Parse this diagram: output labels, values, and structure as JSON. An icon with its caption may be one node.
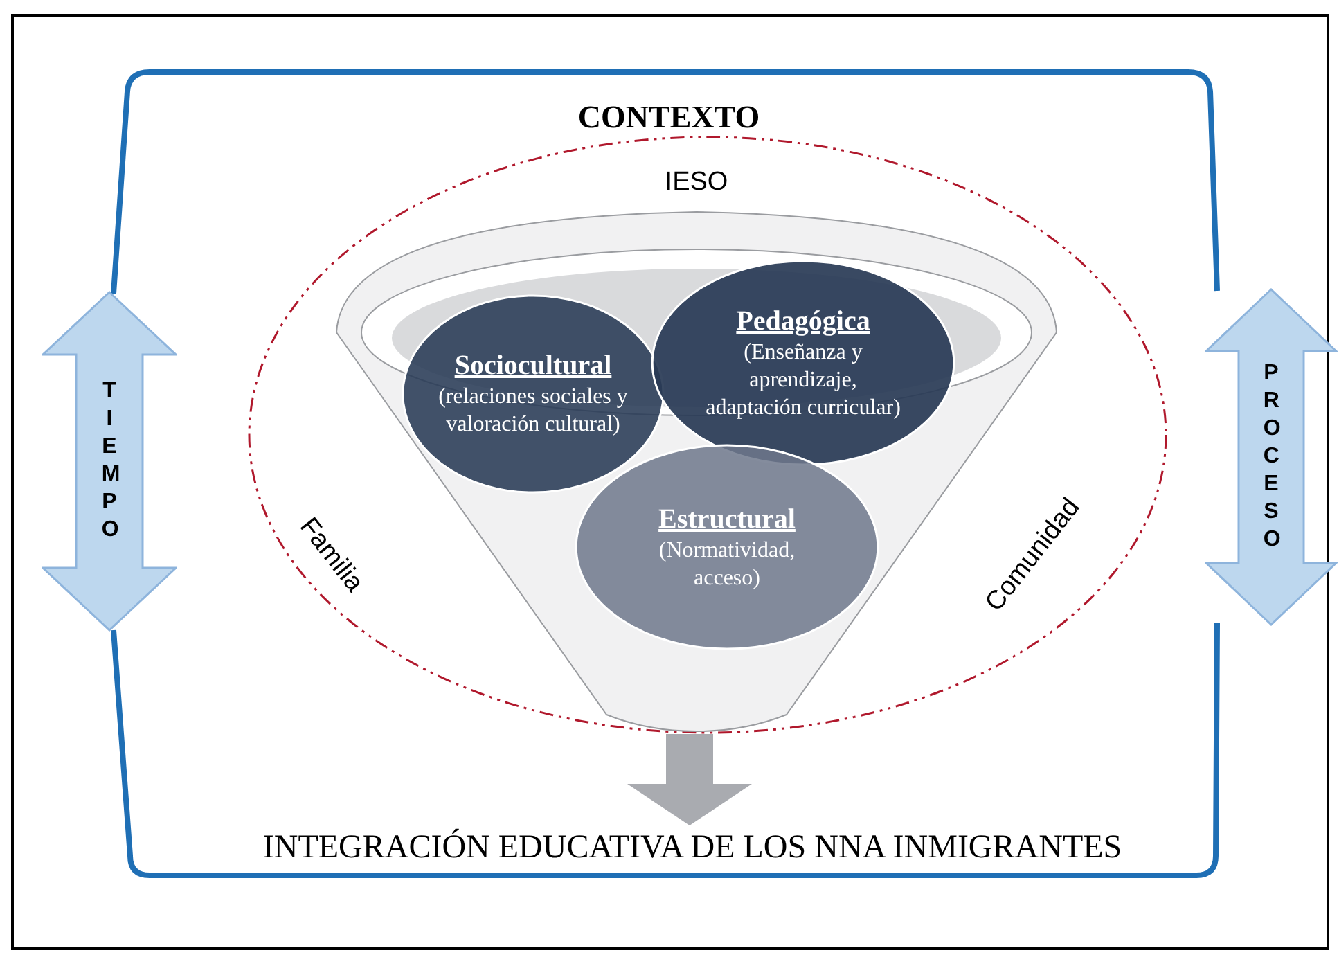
{
  "diagram": {
    "nodes": [
      {
        "text": [
          "CONTEXTO"
        ]
      },
      {
        "text": [
          "Familia",
          "Comunidad"
        ],
        "in": 0
      },
      {
        "text": [
          "IESO"
        ],
        "in": 1
      },
      {
        "text": [
          "Sociocultural",
          "(relaciones sociales y valoración cultural)"
        ],
        "in": 2
      },
      {
        "text": [
          "Pedagógica",
          "(Enseñanza y aprendizaje, adaptación curricular)"
        ],
        "in": 2
      },
      {
        "text": [
          "Estructural",
          "(Normatividad, acceso)"
        ],
        "in": 2
      },
      {
        "text": [
          "INTEGRACIÓN EDUCATIVA DE LOS NNA INMIGRANTES"
        ],
        "in": 0
      },
      {
        "text": [
          "TIEMPO"
        ]
      },
      {
        "text": [
          "PROCESO"
        ]
      }
    ],
    "edges": [
      {
        "from": 2,
        "to": 6,
        "arrow": "to",
        "color": "#a9abb0"
      }
    ]
  }
}
